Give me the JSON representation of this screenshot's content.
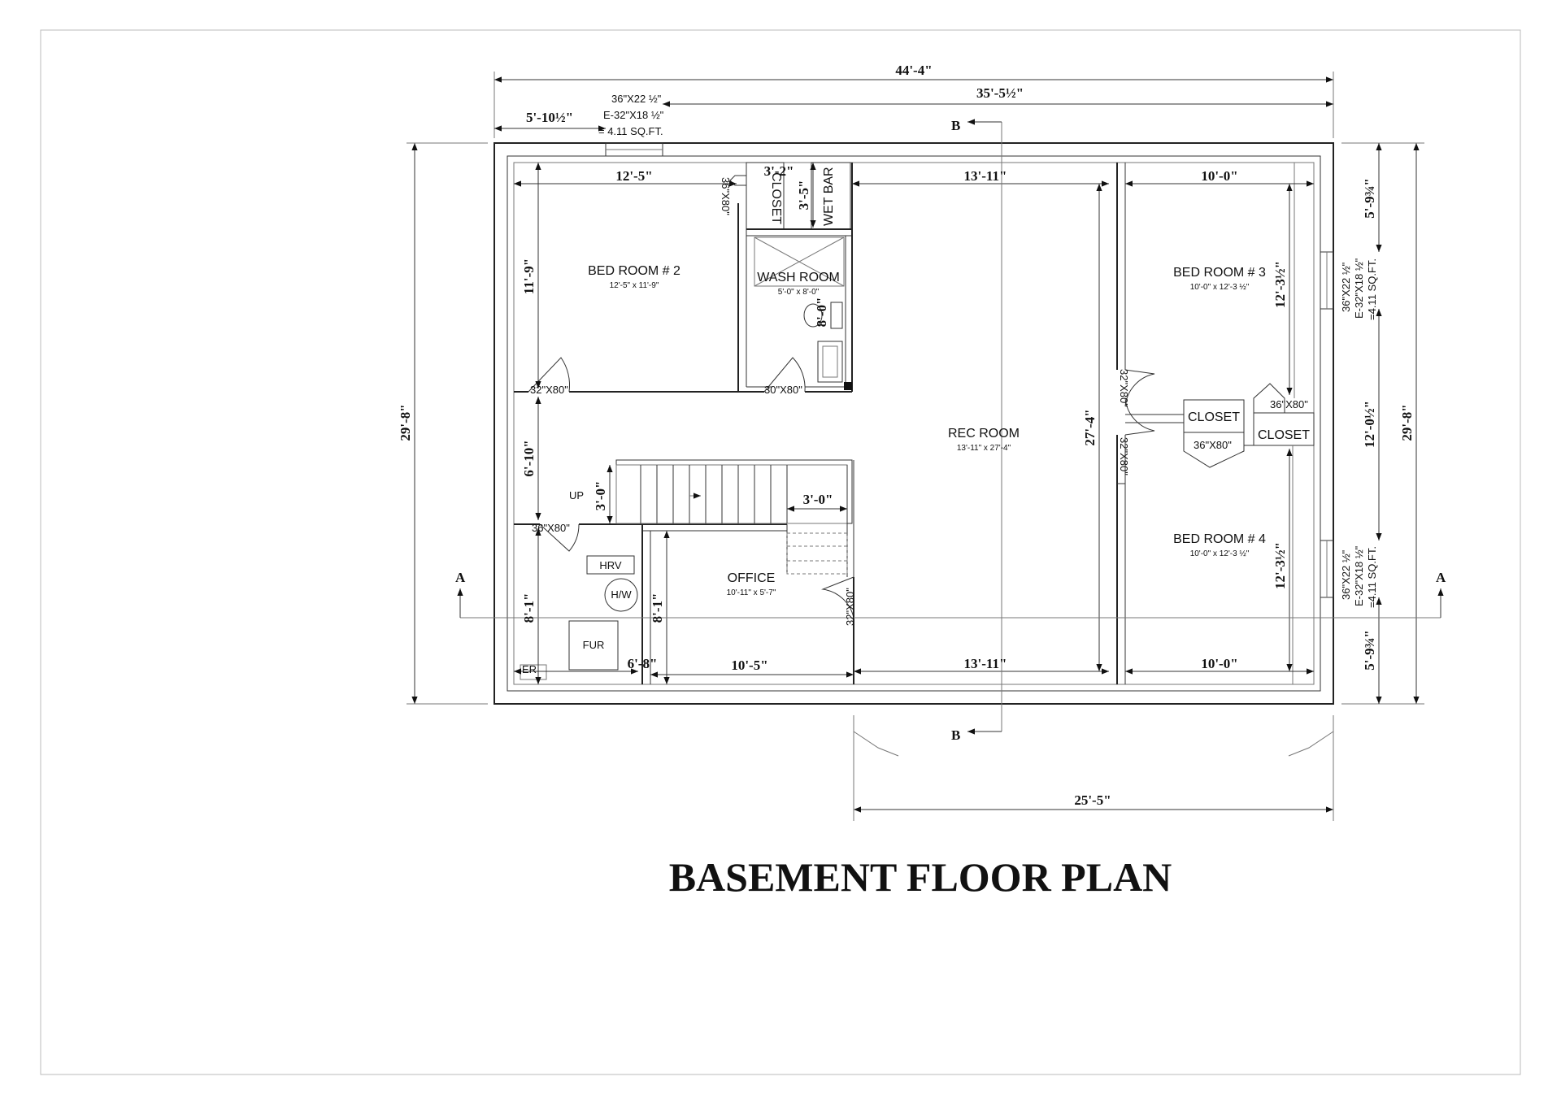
{
  "title": "BASEMENT FLOOR PLAN",
  "rooms": {
    "bed2": {
      "name": "BED ROOM # 2",
      "size": "12'-5\" x 11'-9\""
    },
    "wash": {
      "name": "WASH ROOM",
      "size": "5'-0\" x 8'-0\""
    },
    "rec": {
      "name": "REC ROOM",
      "size": "13'-11\" x 27'-4\""
    },
    "bed3": {
      "name": "BED ROOM # 3",
      "size": "10'-0\" x 12'-3 ½\""
    },
    "bed4": {
      "name": "BED ROOM # 4",
      "size": "10'-0\" x 12'-3 ½\""
    },
    "office": {
      "name": "OFFICE",
      "size": "10'-11\" x 5'-7\""
    },
    "closet_top": "CLOSET",
    "wet_bar": "WET BAR",
    "closet_mid": "CLOSET",
    "closet_right": "CLOSET",
    "hrv": "HRV",
    "hw": "H/W",
    "fur": "FUR",
    "er": "ER",
    "up": "UP"
  },
  "doors": {
    "d1": "36\"X80\"",
    "d2": "32\"X80\"",
    "d3": "30\"X80\"",
    "d4": "36\"X80\"",
    "d5": "32\"X80\"",
    "d6": "32\"X80\"",
    "d7": "32\"X80\"",
    "d8": "36\"X80\"",
    "d9": "36\"X80\""
  },
  "windows": {
    "top": {
      "size": "36\"X22 ½\"",
      "egress": "E-32\"X18 ½\"",
      "area": "= 4.11 SQ.FT."
    },
    "right_upper": {
      "size": "36\"X22 ½\"",
      "egress": "E-32\"X18 ½\"",
      "area": "=4.11 SQ.FT."
    },
    "right_lower": {
      "size": "36\"X22 ½\"",
      "egress": "E-32\"X18 ½\"",
      "area": "=4.11 SQ.FT."
    }
  },
  "dimensions": {
    "overall_width": "44'-4\"",
    "upper_right": "35'-5½\"",
    "upper_left": "5'-10½\"",
    "bed2_width": "12'-5\"",
    "closet_w": "3'-2\"",
    "closet_d": "3'-5\"",
    "rec_width_top": "13'-11\"",
    "bed3_width": "10'-0\"",
    "right_top": "5'-9¾\"",
    "bed2_height": "11'-9\"",
    "bed3_height": "12'-3½\"",
    "washroom_fixture": "8'-0\"",
    "rec_height": "27'-4\"",
    "middle_right": "12'-0½\"",
    "overall_height_left": "29'-8\"",
    "overall_height_right": "29'-8\"",
    "stair_left": "6'-10\"",
    "stair_height": "3'-0\"",
    "landing": "3'-0\"",
    "mech_height": "8'-1\"",
    "office_height": "8'-1\"",
    "bed4_height": "12'-3½\"",
    "right_bottom": "5'-9¾\"",
    "mech_width": "6'-8\"",
    "office_width": "10'-5\"",
    "rec_width_bottom": "13'-11\"",
    "bed4_width": "10'-0\"",
    "bottom": "25'-5\""
  },
  "sections": {
    "a": "A",
    "b": "B"
  }
}
